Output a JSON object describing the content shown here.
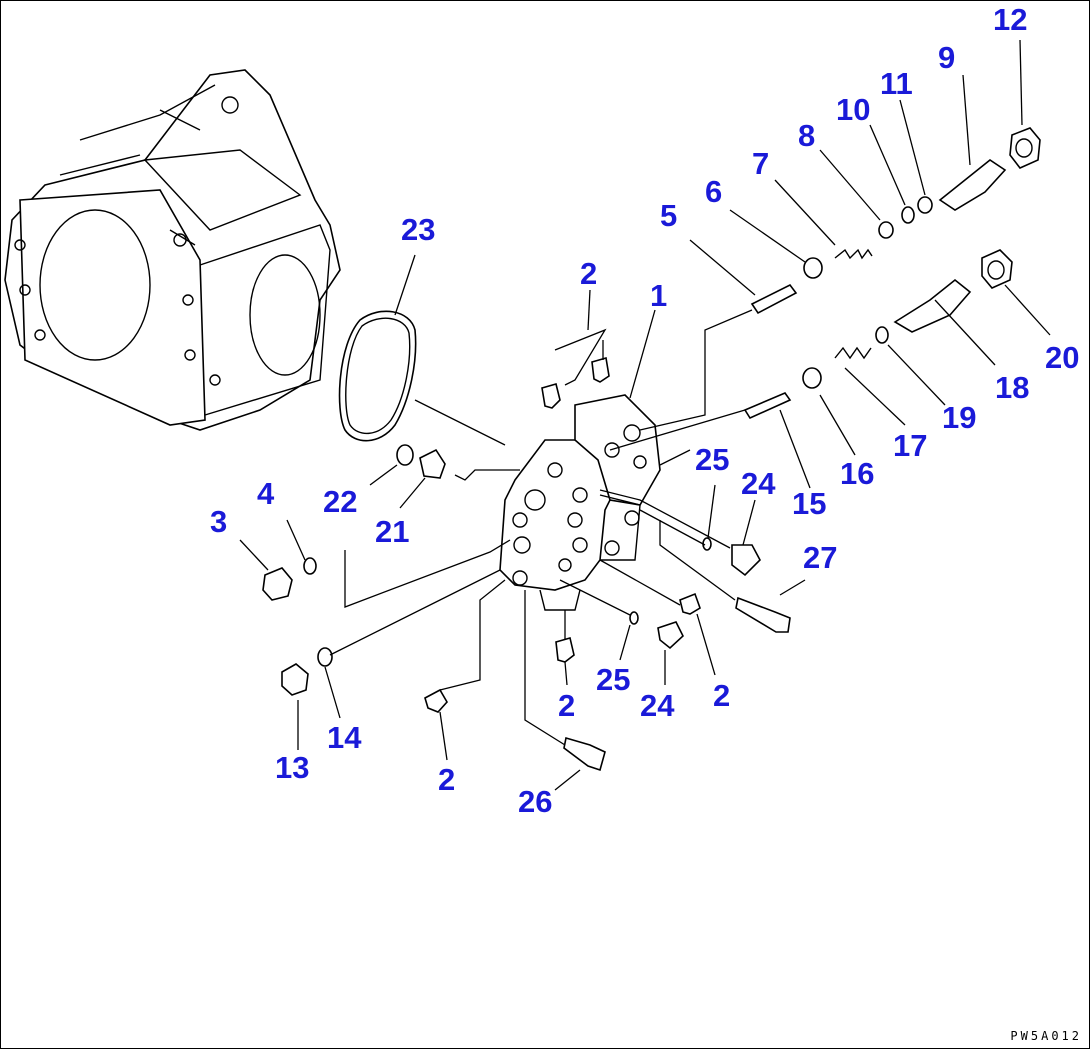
{
  "callouts": [
    {
      "key": "c1",
      "text": "1"
    },
    {
      "key": "c2a",
      "text": "2"
    },
    {
      "key": "c2b",
      "text": "2"
    },
    {
      "key": "c2c",
      "text": "2"
    },
    {
      "key": "c2d",
      "text": "2"
    },
    {
      "key": "c3",
      "text": "3"
    },
    {
      "key": "c4",
      "text": "4"
    },
    {
      "key": "c5",
      "text": "5"
    },
    {
      "key": "c6",
      "text": "6"
    },
    {
      "key": "c7",
      "text": "7"
    },
    {
      "key": "c8",
      "text": "8"
    },
    {
      "key": "c9",
      "text": "9"
    },
    {
      "key": "c10",
      "text": "10"
    },
    {
      "key": "c11",
      "text": "11"
    },
    {
      "key": "c12",
      "text": "12"
    },
    {
      "key": "c13",
      "text": "13"
    },
    {
      "key": "c14",
      "text": "14"
    },
    {
      "key": "c15",
      "text": "15"
    },
    {
      "key": "c16",
      "text": "16"
    },
    {
      "key": "c17",
      "text": "17"
    },
    {
      "key": "c18",
      "text": "18"
    },
    {
      "key": "c19",
      "text": "19"
    },
    {
      "key": "c20",
      "text": "20"
    },
    {
      "key": "c21",
      "text": "21"
    },
    {
      "key": "c22",
      "text": "22"
    },
    {
      "key": "c23",
      "text": "23"
    },
    {
      "key": "c24a",
      "text": "24"
    },
    {
      "key": "c24b",
      "text": "24"
    },
    {
      "key": "c25a",
      "text": "25"
    },
    {
      "key": "c25b",
      "text": "25"
    },
    {
      "key": "c26",
      "text": "26"
    },
    {
      "key": "c27",
      "text": "27"
    }
  ],
  "drawing_code": "PW5A012",
  "colors": {
    "callout": "#1a1ad8",
    "line": "#000000",
    "background": "#ffffff"
  }
}
